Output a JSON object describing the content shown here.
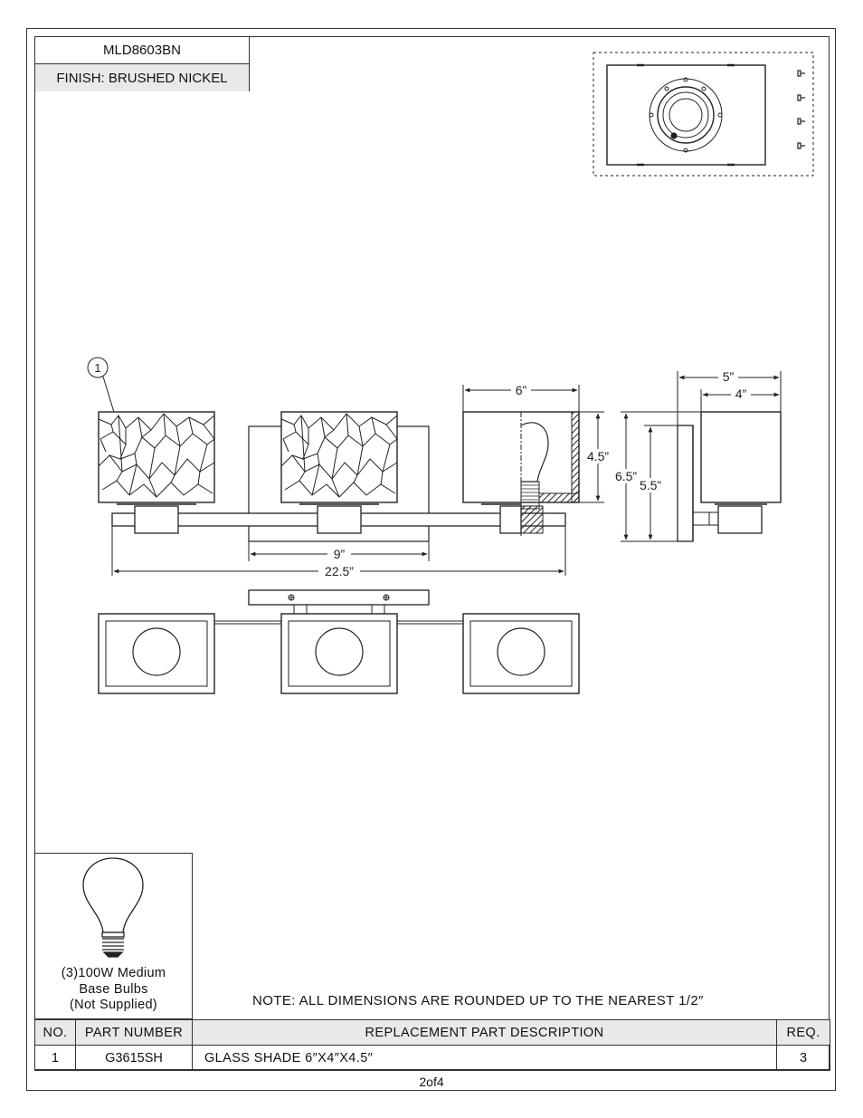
{
  "header": {
    "model": "MLD8603BN",
    "finish": "FINISH: BRUSHED NICKEL"
  },
  "callout": "1",
  "dimensions": {
    "shade_width": "6”",
    "shade_height": "4.5”",
    "backplate_width": "9”",
    "overall_width": "22.5”",
    "overall_height": "6.5”",
    "inner_height": "5.5”",
    "extension": "5”",
    "shade_depth": "4”"
  },
  "bulb": {
    "line1": "(3)100W Medium",
    "line2": "Base Bulbs",
    "line3": "(Not Supplied)"
  },
  "note": "NOTE:  ALL DIMENSIONS ARE ROUNDED UP TO THE NEAREST  1/2″",
  "parts_table": {
    "headers": {
      "no": "NO.",
      "part_number": "PART NUMBER",
      "description": "REPLACEMENT PART DESCRIPTION",
      "req": "REQ."
    },
    "rows": [
      {
        "no": "1",
        "part_number": "G3615SH",
        "description": "GLASS SHADE 6″X4″X4.5″",
        "req": "3"
      }
    ]
  },
  "page": "2of4"
}
